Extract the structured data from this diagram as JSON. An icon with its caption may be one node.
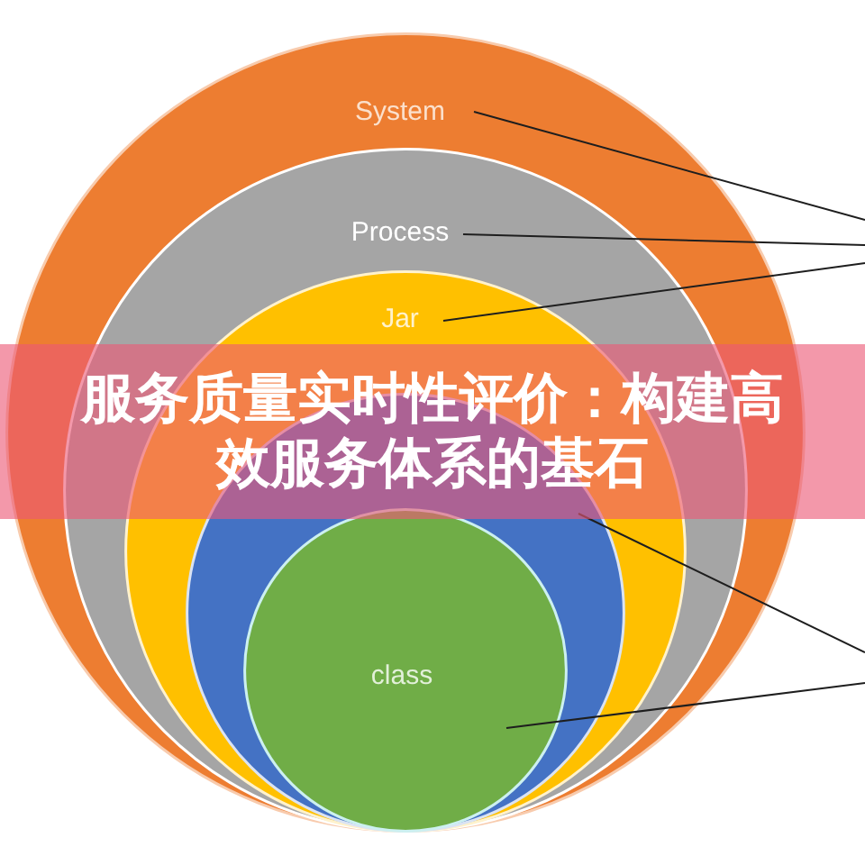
{
  "diagram": {
    "title": "服务质量实时性评价：构建高效服务体系的基石",
    "nodes": [
      {
        "text": [
          "System"
        ]
      },
      {
        "text": [
          "Process"
        ],
        "in": 0
      },
      {
        "text": [
          "Jar"
        ],
        "in": 1
      },
      {
        "text": [],
        "shape": "circle",
        "in": 2
      },
      {
        "text": [
          "class"
        ],
        "in": 3
      }
    ],
    "edges": [
      {
        "from": 0,
        "to": null,
        "arrow": "none"
      },
      {
        "from": 1,
        "to": null,
        "arrow": "none"
      },
      {
        "from": 2,
        "to": null,
        "arrow": "none"
      },
      {
        "from": 3,
        "to": null,
        "arrow": "none"
      },
      {
        "from": 4,
        "to": null,
        "arrow": "none"
      }
    ]
  }
}
